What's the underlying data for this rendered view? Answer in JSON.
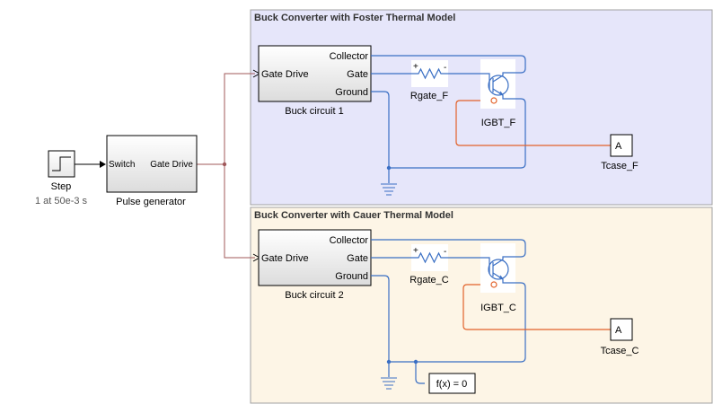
{
  "areas": {
    "foster_title": "Buck Converter with Foster Thermal Model",
    "cauer_title": "Buck Converter with Cauer Thermal Model"
  },
  "step": {
    "name": "Step",
    "param": "1 at 50e-3 s"
  },
  "pulse_generator": {
    "name": "Pulse generator",
    "in_port": "Switch",
    "out_port": "Gate Drive"
  },
  "buck1": {
    "name": "Buck circuit 1",
    "in_port": "Gate Drive",
    "port_collector": "Collector",
    "port_gate": "Gate",
    "port_ground": "Ground"
  },
  "buck2": {
    "name": "Buck circuit 2",
    "in_port": "Gate Drive",
    "port_collector": "Collector",
    "port_gate": "Gate",
    "port_ground": "Ground"
  },
  "rgate_f": {
    "name": "Rgate_F",
    "plus": "+",
    "minus": "-"
  },
  "rgate_c": {
    "name": "Rgate_C",
    "plus": "+",
    "minus": "-"
  },
  "igbt_f": {
    "name": "IGBT_F"
  },
  "igbt_c": {
    "name": "IGBT_C"
  },
  "tcase_f": {
    "name": "Tcase_F",
    "symbol": "A"
  },
  "tcase_c": {
    "name": "Tcase_C",
    "symbol": "A"
  },
  "solver": {
    "label": "f(x) = 0"
  },
  "colors": {
    "foster_bg": "#e6e6fa",
    "cauer_bg": "#fdf5e6",
    "area_border": "#a0a0a0",
    "signal": "#a0585a",
    "electrical": "#3a6fc4",
    "thermal": "#e2622a"
  }
}
